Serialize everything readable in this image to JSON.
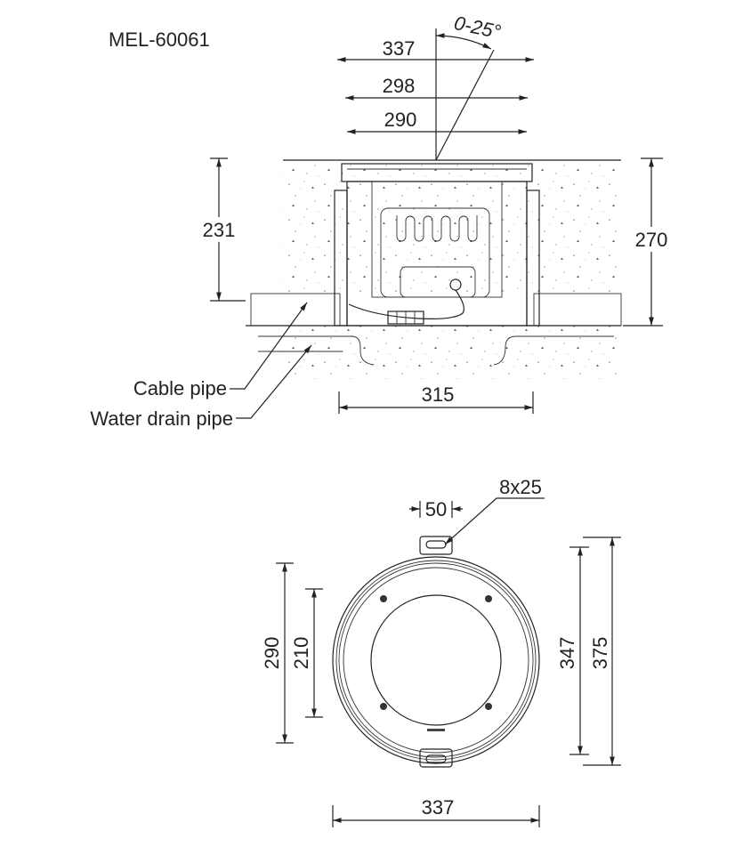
{
  "title": "MEL-60061",
  "side_view": {
    "angle": "0-25°",
    "dims": {
      "top_outer": "337",
      "top_mid": "298",
      "top_inner": "290",
      "left_height": "231",
      "right_height": "270",
      "bottom_width": "315"
    },
    "labels": {
      "cable_pipe": "Cable pipe",
      "water_drain_pipe": "Water drain pipe"
    }
  },
  "top_view": {
    "dims": {
      "slot_spacing": "50",
      "slot_size": "8x25",
      "outer_left": "290",
      "inner_left": "210",
      "right_inner": "347",
      "right_outer": "375",
      "bottom_width": "337"
    }
  }
}
